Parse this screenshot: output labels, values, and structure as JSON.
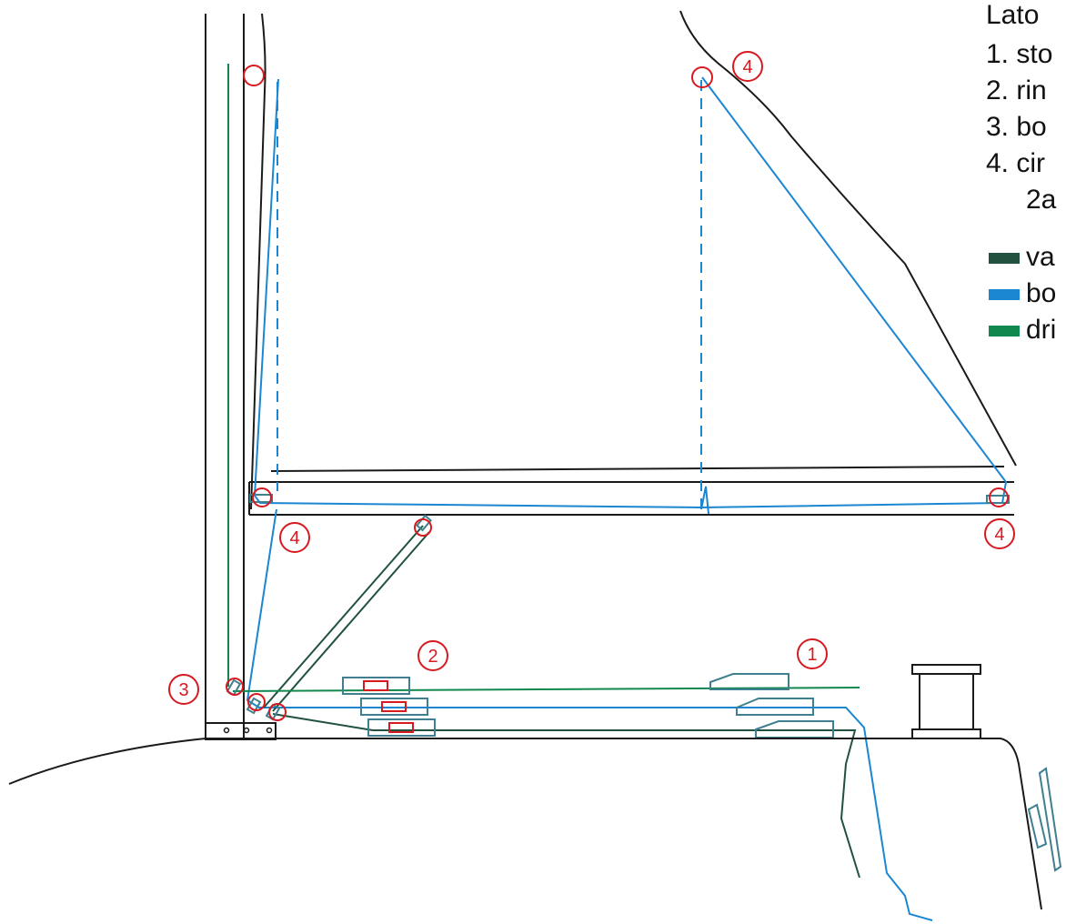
{
  "legend": {
    "title": "Lato",
    "items": [
      "1. sto",
      "2. rin",
      "3. bo",
      "4. cir",
      "2a"
    ],
    "swatches": [
      {
        "label": "va",
        "color": "#21523f"
      },
      {
        "label": "bo",
        "color": "#1b86d1"
      },
      {
        "label": "dri",
        "color": "#11884d"
      }
    ]
  },
  "markers": [
    {
      "id": "m1",
      "label": "1"
    },
    {
      "id": "m2",
      "label": "2"
    },
    {
      "id": "m3",
      "label": "3"
    },
    {
      "id": "m4a",
      "label": "4"
    },
    {
      "id": "m4b",
      "label": "4"
    },
    {
      "id": "m4c",
      "label": "4"
    }
  ],
  "colors": {
    "outline": "#1a1a1a",
    "blue_line": "#1b86d1",
    "green_line": "#11884d",
    "dark_green_line": "#21523f",
    "fitting": "#3f7f90",
    "marker": "#d71920"
  }
}
